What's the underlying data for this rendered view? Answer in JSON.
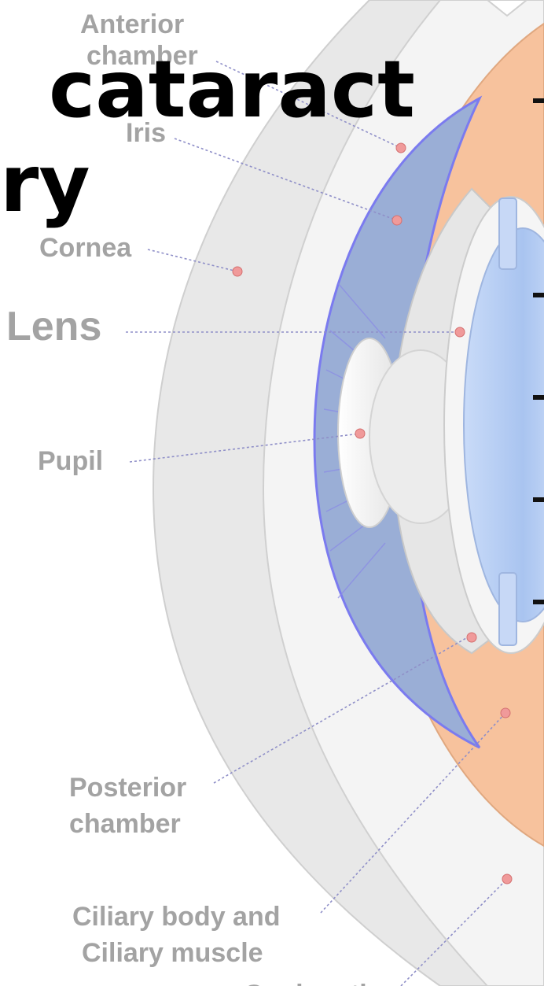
{
  "title": {
    "line1": "cataract",
    "line2": "ry"
  },
  "labels": {
    "anterior_chamber_1": "Anterior",
    "anterior_chamber_2": "chamber",
    "iris": "Iris",
    "cornea": "Cornea",
    "lens": "Lens",
    "pupil": "Pupil",
    "posterior_chamber_1": "Posterior",
    "posterior_chamber_2": "chamber",
    "ciliary_1": "Ciliary body and",
    "ciliary_2": "Ciliary muscle",
    "bottom_cut": "Conjunctiva"
  },
  "colors": {
    "label_gray": "#a3a3a3",
    "sclera": "#e8e8e8",
    "iris_blue": "#9aaed6",
    "iris_edge": "#7b7bef",
    "choroid_orange": "#f7c29d",
    "lens_blue": "#a9c4f0",
    "leader_dash": "#8f8fc8",
    "point_red": "#f09a9a"
  }
}
